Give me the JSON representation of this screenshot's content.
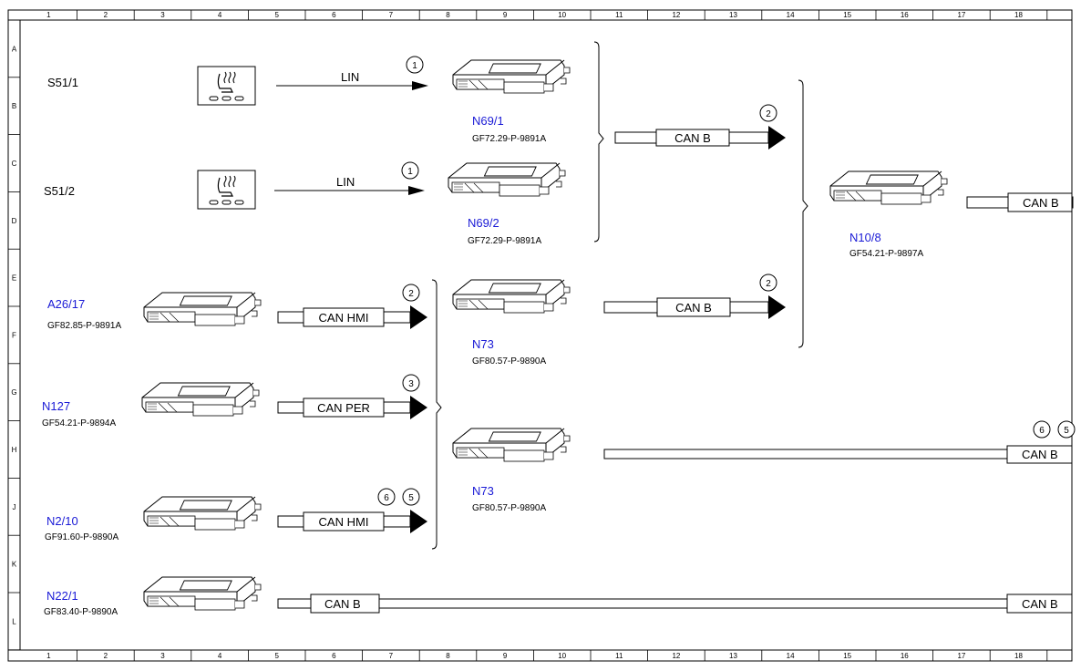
{
  "columns": [
    "1",
    "2",
    "3",
    "4",
    "5",
    "6",
    "7",
    "8",
    "9",
    "10",
    "11",
    "12",
    "13",
    "14",
    "15",
    "16",
    "17",
    "18"
  ],
  "rows": [
    "A",
    "B",
    "C",
    "D",
    "E",
    "F",
    "G",
    "H",
    "J",
    "K",
    "L"
  ],
  "switches": [
    {
      "name": "S51/1",
      "bus": "LIN",
      "marker": "1"
    },
    {
      "name": "S51/2",
      "bus": "LIN",
      "marker": "1"
    }
  ],
  "modules": [
    {
      "code": "N69/1",
      "part": "GF72.29-P-9891A"
    },
    {
      "code": "N69/2",
      "part": "GF72.29-P-9891A"
    },
    {
      "code": "N10/8",
      "part": "GF54.21-P-9897A"
    },
    {
      "code": "A26/17",
      "part": "GF82.85-P-9891A"
    },
    {
      "code": "N73",
      "part": "GF80.57-P-9890A"
    },
    {
      "code": "N127",
      "part": "GF54.21-P-9894A"
    },
    {
      "code": "N73",
      "part": "GF80.57-P-9890A"
    },
    {
      "code": "N2/10",
      "part": "GF91.60-P-9890A"
    },
    {
      "code": "N22/1",
      "part": "GF83.40-P-9890A"
    }
  ],
  "buses": {
    "n69_can": {
      "label": "CAN B",
      "marker": "2"
    },
    "n10_out": {
      "label": "CAN B"
    },
    "a26_can": {
      "label": "CAN HMI",
      "marker": "2"
    },
    "n73_can": {
      "label": "CAN B",
      "marker": "2"
    },
    "n127_can": {
      "label": "CAN PER",
      "marker": "3"
    },
    "n73b_can": {
      "label": "CAN B",
      "markers": [
        "6",
        "5"
      ]
    },
    "n2_can": {
      "label": "CAN HMI",
      "markers": [
        "6",
        "5"
      ]
    },
    "n22_can_left": {
      "label": "CAN B"
    },
    "n22_can_right": {
      "label": "CAN B"
    }
  }
}
